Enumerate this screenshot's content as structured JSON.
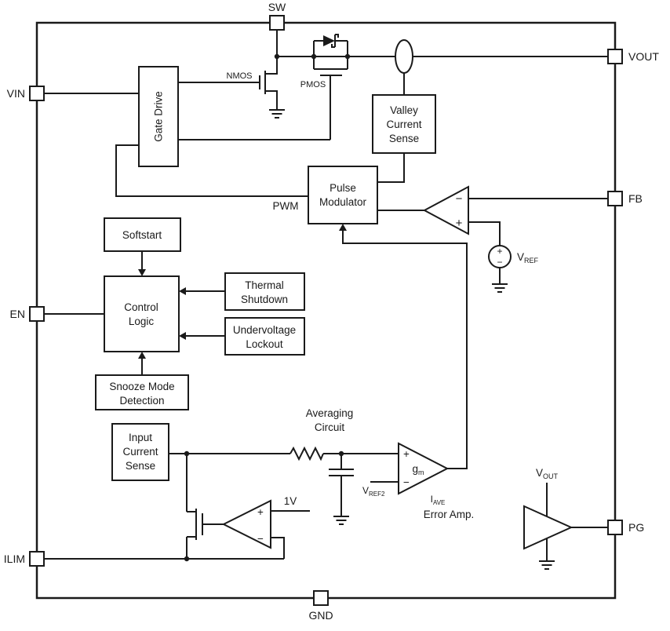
{
  "pins": {
    "sw": "SW",
    "vout": "VOUT",
    "vin": "VIN",
    "fb": "FB",
    "en": "EN",
    "pg": "PG",
    "ilim": "ILIM",
    "gnd": "GND"
  },
  "blocks": {
    "gate_drive": "Gate Drive",
    "valley_current_sense": [
      "Valley",
      "Current",
      "Sense"
    ],
    "pulse_modulator": [
      "Pulse",
      "Modulator"
    ],
    "softstart": "Softstart",
    "control_logic": [
      "Control",
      "Logic"
    ],
    "thermal_shutdown": [
      "Thermal",
      "Shutdown"
    ],
    "undervoltage_lockout": [
      "Undervoltage",
      "Lockout"
    ],
    "snooze_mode_detection": [
      "Snooze Mode",
      "Detection"
    ],
    "input_current_sense": [
      "Input",
      "Current",
      "Sense"
    ]
  },
  "labels": {
    "nmos": "NMOS",
    "pmos": "PMOS",
    "pwm": "PWM",
    "averaging_circuit": [
      "Averaging",
      "Circuit"
    ],
    "one_volt": "1V",
    "error_amp": "Error Amp.",
    "vref": {
      "main": "V",
      "sub": "REF"
    },
    "vref2": {
      "main": "V",
      "sub": "REF2"
    },
    "iave": {
      "main": "I",
      "sub": "AVE"
    },
    "gm": {
      "main": "g",
      "sub": "m"
    },
    "vout_pg": {
      "main": "V",
      "sub": "OUT"
    }
  },
  "signs": {
    "plus": "+",
    "minus": "−"
  },
  "colors": {
    "line": "#1a1a1a",
    "background": "#ffffff",
    "block_fill": "#ffffff"
  }
}
